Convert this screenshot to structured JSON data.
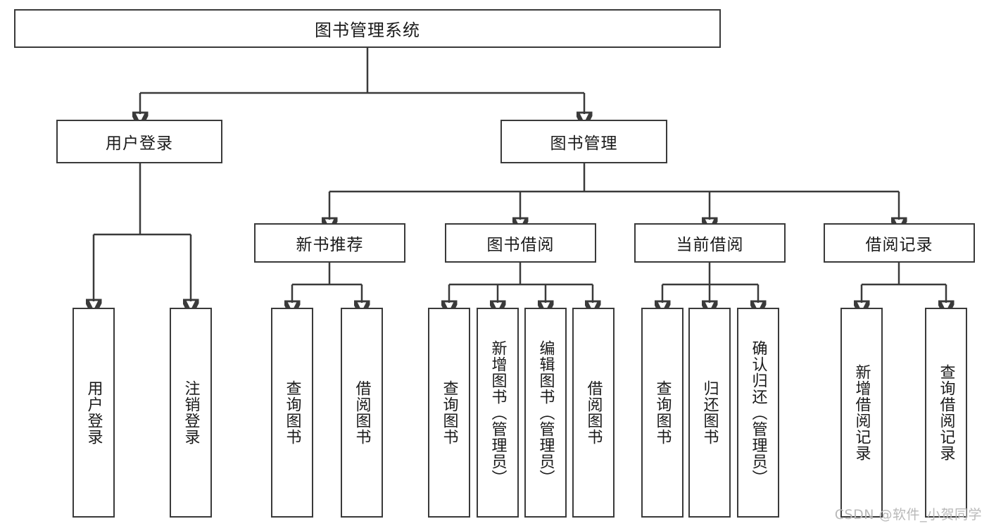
{
  "diagram": {
    "title": "图书管理系统",
    "watermark": "CSDN @软件_小贺同学",
    "colors": {
      "stroke": "#3a3a3a",
      "fill": "#ffffff",
      "text": "#1a1a1a",
      "watermark": "#b9b9b9"
    },
    "root": {
      "label": "图书管理系统"
    },
    "level2": [
      {
        "label": "用户登录"
      },
      {
        "label": "图书管理"
      }
    ],
    "level3": [
      {
        "label": "新书推荐"
      },
      {
        "label": "图书借阅"
      },
      {
        "label": "当前借阅"
      },
      {
        "label": "借阅记录"
      }
    ],
    "leaves": {
      "user_login": [
        {
          "label": "用户登录"
        },
        {
          "label": "注销登录"
        }
      ],
      "new_book_recommend": [
        {
          "label": "查询图书"
        },
        {
          "label": "借阅图书"
        }
      ],
      "book_borrow": [
        {
          "label": "查询图书"
        },
        {
          "label": "新增图书（管理员）"
        },
        {
          "label": "编辑图书（管理员）"
        },
        {
          "label": "借阅图书"
        }
      ],
      "current_borrow": [
        {
          "label": "查询图书"
        },
        {
          "label": "归还图书"
        },
        {
          "label": "确认归还（管理员）"
        }
      ],
      "borrow_records": [
        {
          "label": "新增借阅记录"
        },
        {
          "label": "查询借阅记录"
        }
      ]
    }
  }
}
